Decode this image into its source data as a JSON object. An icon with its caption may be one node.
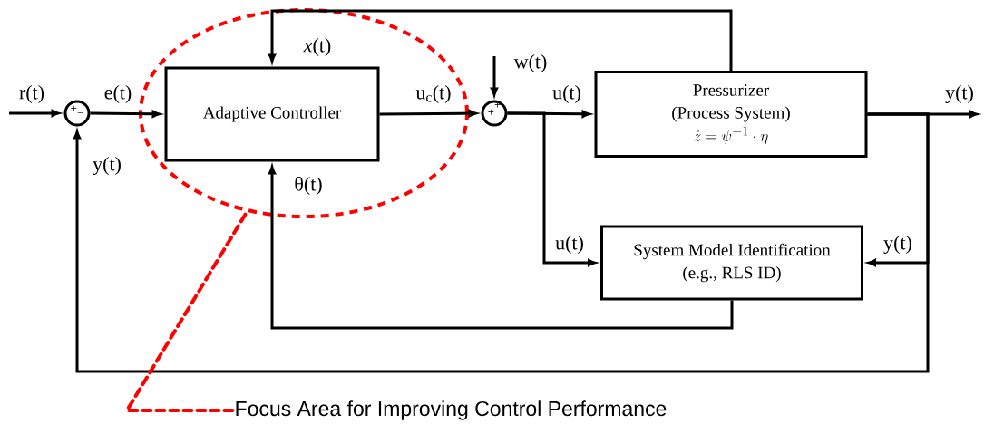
{
  "diagram": {
    "nodes": [
      {
        "text": [
          "+",
          "−"
        ]
      },
      {
        "text": [
          "Adaptive Controller"
        ],
        "in": 5
      },
      {
        "text": [
          "+",
          "+"
        ]
      },
      {
        "text": [
          "Pressurizer",
          "(Process System)",
          "\\dot{z}=\\psi^{-1}\\cdot\\eta"
        ]
      },
      {
        "text": [
          "System Model Identification",
          "(e.g., RLS ID)"
        ]
      },
      {
        "text": [],
        "shape": "ellipse"
      },
      {
        "text": [
          "Focus Area for Improving Control Performance"
        ]
      }
    ],
    "edges": [
      {
        "from": null,
        "to": 0,
        "arrow": "to",
        "label": "r(t)"
      },
      {
        "from": 0,
        "to": 1,
        "arrow": "to",
        "label": "e(t)"
      },
      {
        "from": 1,
        "to": 2,
        "arrow": "to",
        "label": "u$_{c}$(t)"
      },
      {
        "from": null,
        "to": 2,
        "arrow": "to",
        "label": "w(t)"
      },
      {
        "from": 2,
        "to": 3,
        "arrow": "to",
        "label": "u(t)"
      },
      {
        "from": 3,
        "to": null,
        "arrow": "to",
        "label": "y(t)"
      },
      {
        "from": 2,
        "to": 4,
        "arrow": "to",
        "label": "u(t)"
      },
      {
        "from": 3,
        "to": 4,
        "arrow": "to",
        "label": "y(t)"
      },
      {
        "from": 3,
        "to": 1,
        "arrow": "to",
        "label": "*x*(t)"
      },
      {
        "from": 4,
        "to": 1,
        "arrow": "to",
        "label": "θ(t)"
      },
      {
        "from": 3,
        "to": 0,
        "arrow": "to",
        "label": "y(t)"
      },
      {
        "from": 6,
        "to": 5,
        "arrow": "none",
        "style": "dashed",
        "color": "#ff0000"
      }
    ]
  }
}
